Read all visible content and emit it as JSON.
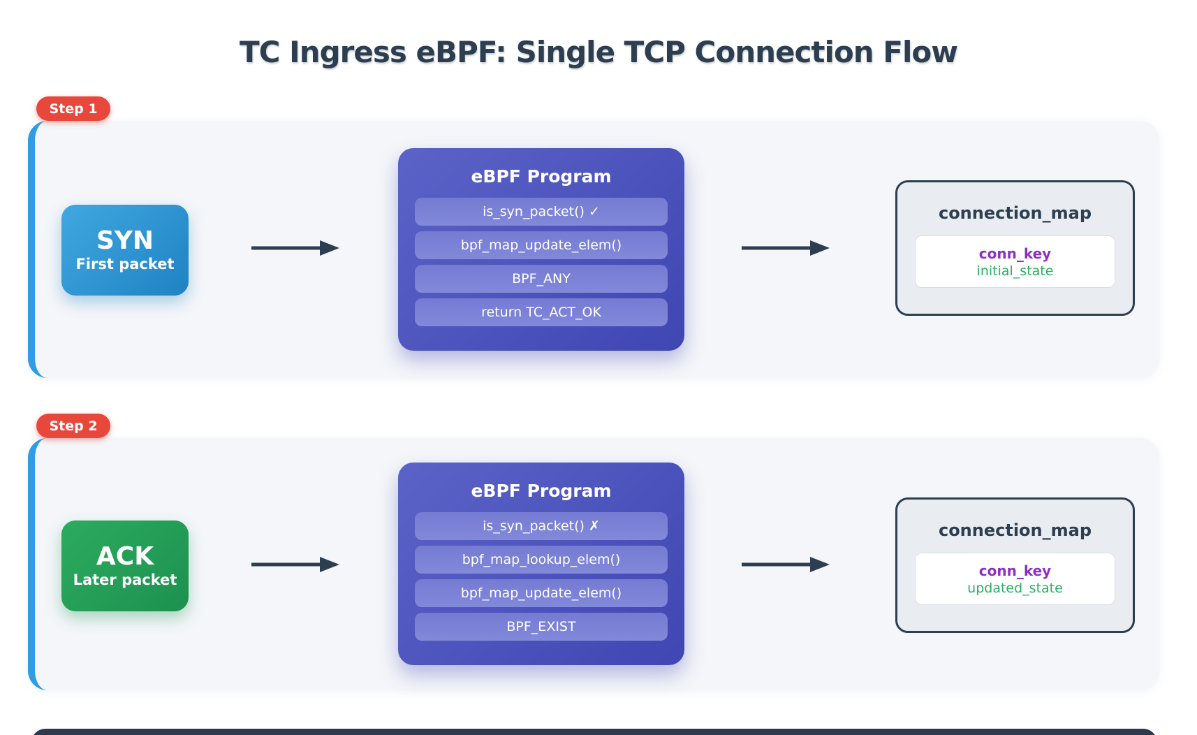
{
  "title": "TC Ingress eBPF: Single TCP Connection Flow",
  "steps": [
    {
      "badge": "Step 1",
      "packet": {
        "label": "SYN",
        "sublabel": "First packet",
        "color": "#2e97d8"
      },
      "program": {
        "title": "eBPF Program",
        "rows": [
          "is_syn_packet() ✓",
          "bpf_map_update_elem()",
          "BPF_ANY",
          "return TC_ACT_OK"
        ]
      },
      "map": {
        "title": "connection_map",
        "entry": {
          "key": "conn_key",
          "value": "initial_state"
        }
      }
    },
    {
      "badge": "Step 2",
      "packet": {
        "label": "ACK",
        "sublabel": "Later packet",
        "color": "#25a259"
      },
      "program": {
        "title": "eBPF Program",
        "rows": [
          "is_syn_packet() ✗",
          "bpf_map_lookup_elem()",
          "bpf_map_update_elem()",
          "BPF_EXIST"
        ]
      },
      "map": {
        "title": "connection_map",
        "entry": {
          "key": "conn_key",
          "value": "updated_state"
        }
      }
    }
  ],
  "colors": {
    "title_navy": "#2d3e50",
    "badge_red": "#e8473c",
    "section_accent_blue": "#2f9ce4",
    "section_background": "#f4f6f9",
    "syn_blue": "#2b93d1",
    "ack_green": "#25a259",
    "program_indigo": "#4d55be",
    "program_row_indigo": "#7a81d6",
    "map_key_purple": "#8e2fc4",
    "map_value_green": "#27b061",
    "arrow_navy": "#2d3e50",
    "footer_navy": "#2d3a4e"
  }
}
